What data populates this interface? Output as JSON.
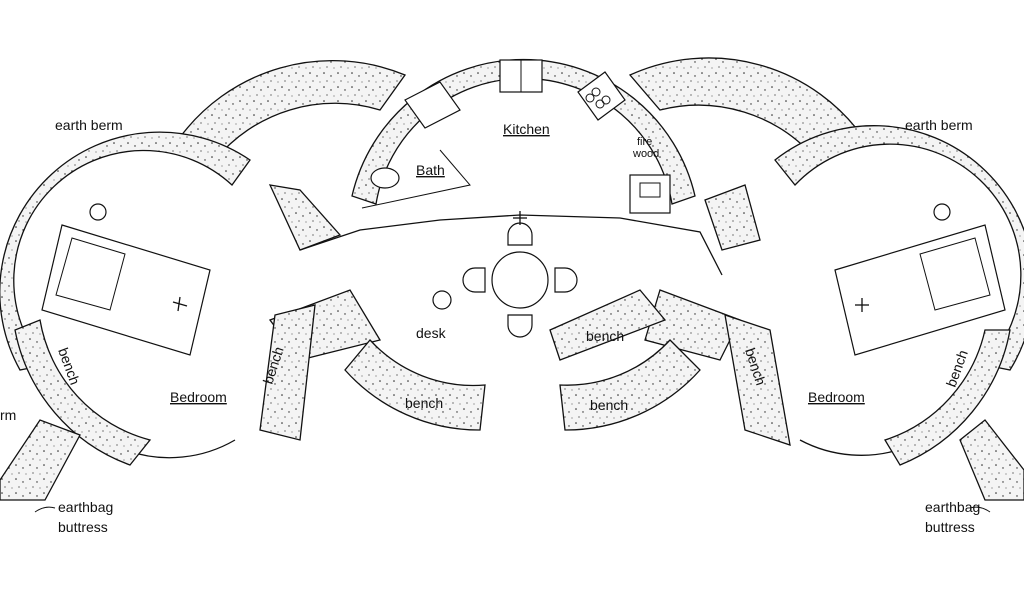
{
  "labels": {
    "earth_berm_left": "earth  berm",
    "earth_berm_right": "earth  berm",
    "earth_berm_cut": "rm",
    "kitchen": "Kitchen",
    "bath": "Bath",
    "firewood_1": "fire",
    "firewood_2": "wood",
    "desk": "desk",
    "bedroom_left": "Bedroom",
    "bedroom_right": "Bedroom",
    "bench_left_outer": "bench",
    "bench_left_inner": "bench",
    "bench_center_left": "bench",
    "bench_center_right_upper": "bench",
    "bench_center_right_lower": "bench",
    "bench_right_inner": "bench",
    "bench_right_outer": "bench",
    "buttress_left_1": "earthbag",
    "buttress_left_2": "buttress",
    "buttress_right_1": "earthbag",
    "buttress_right_2": "buttress"
  },
  "colors": {
    "ink": "#111111",
    "wall_fill": "#f7f7f7",
    "background": "#ffffff"
  },
  "icons": [
    "toilet-icon",
    "shower-icon",
    "stove-icon",
    "sink-icon",
    "fridge-icon",
    "bed-icon",
    "chair-icon",
    "table-icon"
  ]
}
